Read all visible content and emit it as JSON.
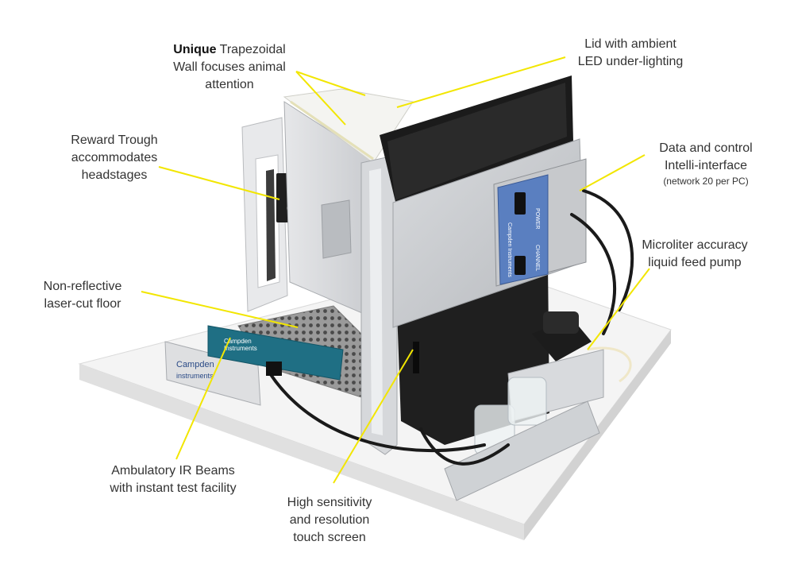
{
  "accent_color": "#f2e600",
  "callouts": {
    "wall": {
      "bold": "Unique",
      "line1_rest": " Trapezoidal",
      "line2": "Wall focuses animal",
      "line3": "attention"
    },
    "lid": {
      "line1": "Lid with ambient",
      "line2": "LED under-lighting"
    },
    "trough": {
      "line1": "Reward Trough",
      "line2": "accommodates",
      "line3": "headstages"
    },
    "interface": {
      "line1": "Data and control",
      "line2": "Intelli-interface",
      "line3": "(network 20 per PC)"
    },
    "pump": {
      "line1": "Microliter accuracy",
      "line2": "liquid feed pump"
    },
    "floor": {
      "line1": "Non-reflective",
      "line2": "laser-cut floor"
    },
    "beams": {
      "line1": "Ambulatory IR Beams",
      "line2": "with instant test facility"
    },
    "screen": {
      "line1": "High sensitivity",
      "line2": "and resolution",
      "line3": "touch screen"
    }
  },
  "device_text": {
    "brand_plate_line1": "Campden",
    "brand_plate_line2": "instruments",
    "board_line1": "Campden",
    "board_line2": "Instruments",
    "module_brand": "Campden Instruments",
    "power_label": "POWER",
    "channel_label": "CHANNEL"
  }
}
